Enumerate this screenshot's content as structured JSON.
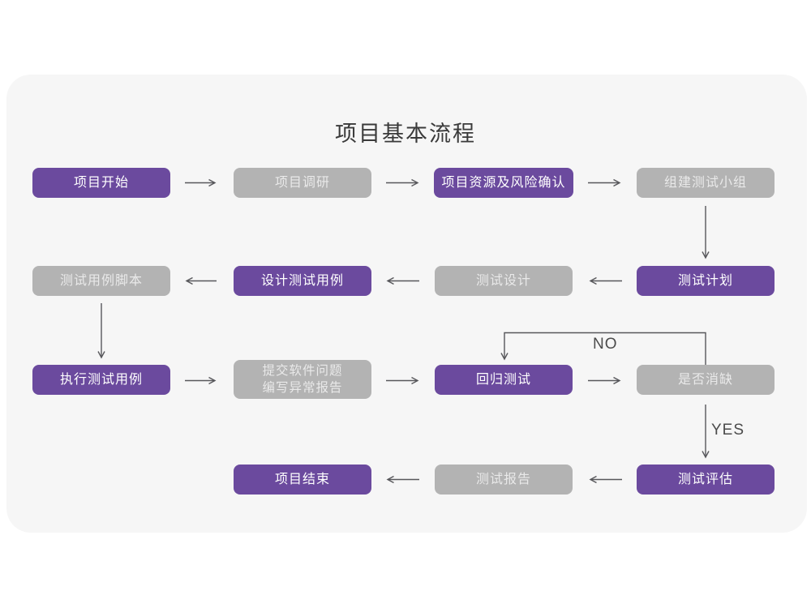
{
  "title": "项目基本流程",
  "colors": {
    "purple": "#6b4a9e",
    "gray": "#b3b3b3",
    "card_bg": "#f6f6f6",
    "arrow": "#57575b",
    "text_on_gray": "#e9e9e9",
    "text_on_purple": "#ffffff"
  },
  "decision_labels": {
    "no": "NO",
    "yes": "YES"
  },
  "nodes": [
    {
      "id": "project-start",
      "label": "项目开始",
      "variant": "purple"
    },
    {
      "id": "project-research",
      "label": "项目调研",
      "variant": "gray"
    },
    {
      "id": "resources-risk",
      "label": "项目资源及风险确认",
      "variant": "purple"
    },
    {
      "id": "build-test-team",
      "label": "组建测试小组",
      "variant": "gray"
    },
    {
      "id": "test-plan",
      "label": "测试计划",
      "variant": "purple"
    },
    {
      "id": "test-design",
      "label": "测试设计",
      "variant": "gray"
    },
    {
      "id": "design-test-cases",
      "label": "设计测试用例",
      "variant": "purple"
    },
    {
      "id": "test-case-script",
      "label": "测试用例脚本",
      "variant": "gray"
    },
    {
      "id": "execute-cases",
      "label": "执行测试用例",
      "variant": "purple"
    },
    {
      "id": "submit-issues",
      "label_line1": "提交软件问题",
      "label_line2": "编写异常报告",
      "variant": "gray"
    },
    {
      "id": "regression-test",
      "label": "回归测试",
      "variant": "purple"
    },
    {
      "id": "defect-cleared",
      "label": "是否消缺",
      "variant": "gray"
    },
    {
      "id": "test-evaluation",
      "label": "测试评估",
      "variant": "purple"
    },
    {
      "id": "test-report",
      "label": "测试报告",
      "variant": "gray"
    },
    {
      "id": "project-end",
      "label": "项目结束",
      "variant": "purple"
    }
  ],
  "edges": [
    {
      "from": "project-start",
      "to": "project-research"
    },
    {
      "from": "project-research",
      "to": "resources-risk"
    },
    {
      "from": "resources-risk",
      "to": "build-test-team"
    },
    {
      "from": "build-test-team",
      "to": "test-plan"
    },
    {
      "from": "test-plan",
      "to": "test-design"
    },
    {
      "from": "test-design",
      "to": "design-test-cases"
    },
    {
      "from": "design-test-cases",
      "to": "test-case-script"
    },
    {
      "from": "test-case-script",
      "to": "execute-cases"
    },
    {
      "from": "execute-cases",
      "to": "submit-issues"
    },
    {
      "from": "submit-issues",
      "to": "regression-test"
    },
    {
      "from": "regression-test",
      "to": "defect-cleared"
    },
    {
      "from": "defect-cleared",
      "to": "regression-test",
      "label": "NO"
    },
    {
      "from": "defect-cleared",
      "to": "test-evaluation",
      "label": "YES"
    },
    {
      "from": "test-evaluation",
      "to": "test-report"
    },
    {
      "from": "test-report",
      "to": "project-end"
    }
  ]
}
